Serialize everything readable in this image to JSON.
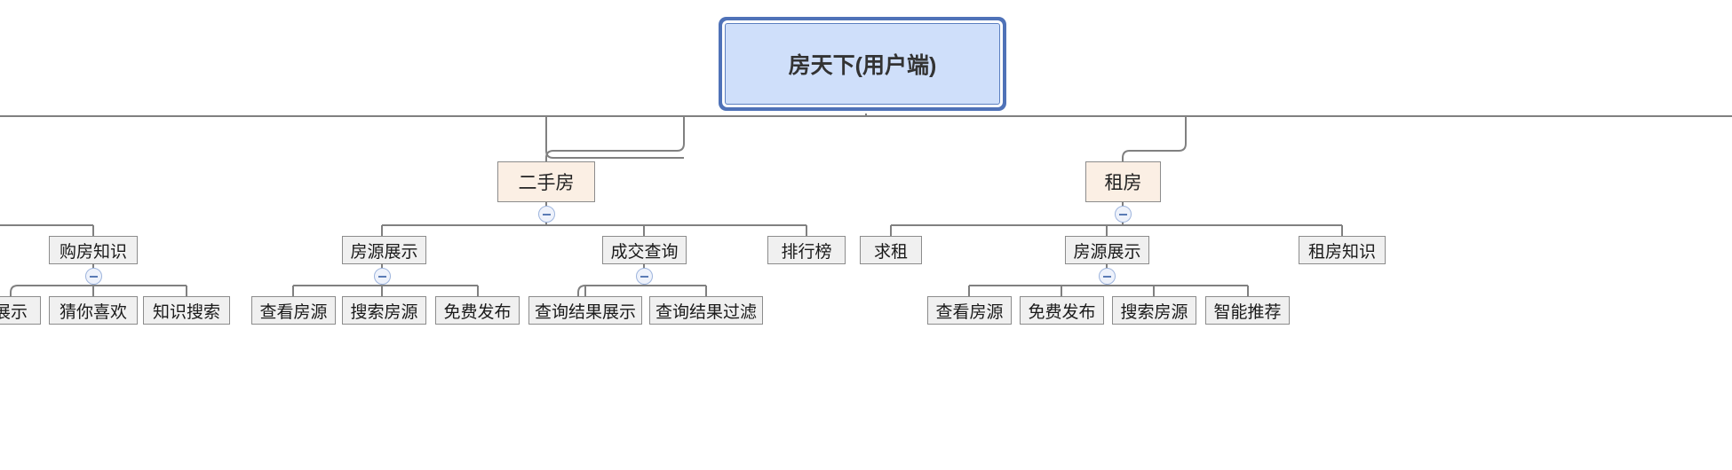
{
  "diagram": {
    "type": "tree-mindmap",
    "title": "房天下(用户端)",
    "orientation": "top-down",
    "colors": {
      "root_fill": "#cfdffa",
      "root_border": "#4f72b8",
      "level2_fill": "#fbefe4",
      "level2_border": "#8c8c8c",
      "node_fill": "#f0f0f0",
      "node_border": "#8c8c8c",
      "connector": "#808080",
      "toggle_fill": "#eef2fb",
      "toggle_stroke": "#9db4dd"
    }
  },
  "root": {
    "label": "房天下(用户端)"
  },
  "level2": [
    {
      "label": "二手房",
      "toggle": "collapse-minus"
    },
    {
      "label": "租房",
      "toggle": "collapse-minus"
    }
  ],
  "level3": [
    {
      "label": "购房知识",
      "toggle": "collapse-minus"
    },
    {
      "label": "房源展示",
      "toggle": "collapse-minus"
    },
    {
      "label": "成交查询",
      "toggle": "collapse-minus"
    },
    {
      "label": "排行榜",
      "toggle": ""
    },
    {
      "label": "求租",
      "toggle": ""
    },
    {
      "label": "房源展示",
      "toggle": "collapse-minus"
    },
    {
      "label": "租房知识",
      "toggle": ""
    }
  ],
  "leaves": {
    "gouFangZhiShi": [
      {
        "label": "展示"
      },
      {
        "label": "猜你喜欢"
      },
      {
        "label": "知识搜索"
      }
    ],
    "ershoufangFangyuan": [
      {
        "label": "查看房源"
      },
      {
        "label": "搜索房源"
      },
      {
        "label": "免费发布"
      }
    ],
    "chengjiaoChaxun": [
      {
        "label": "查询结果展示"
      },
      {
        "label": "查询结果过滤"
      }
    ],
    "zufangFangyuan": [
      {
        "label": "查看房源"
      },
      {
        "label": "免费发布"
      },
      {
        "label": "搜索房源"
      },
      {
        "label": "智能推荐"
      }
    ]
  }
}
